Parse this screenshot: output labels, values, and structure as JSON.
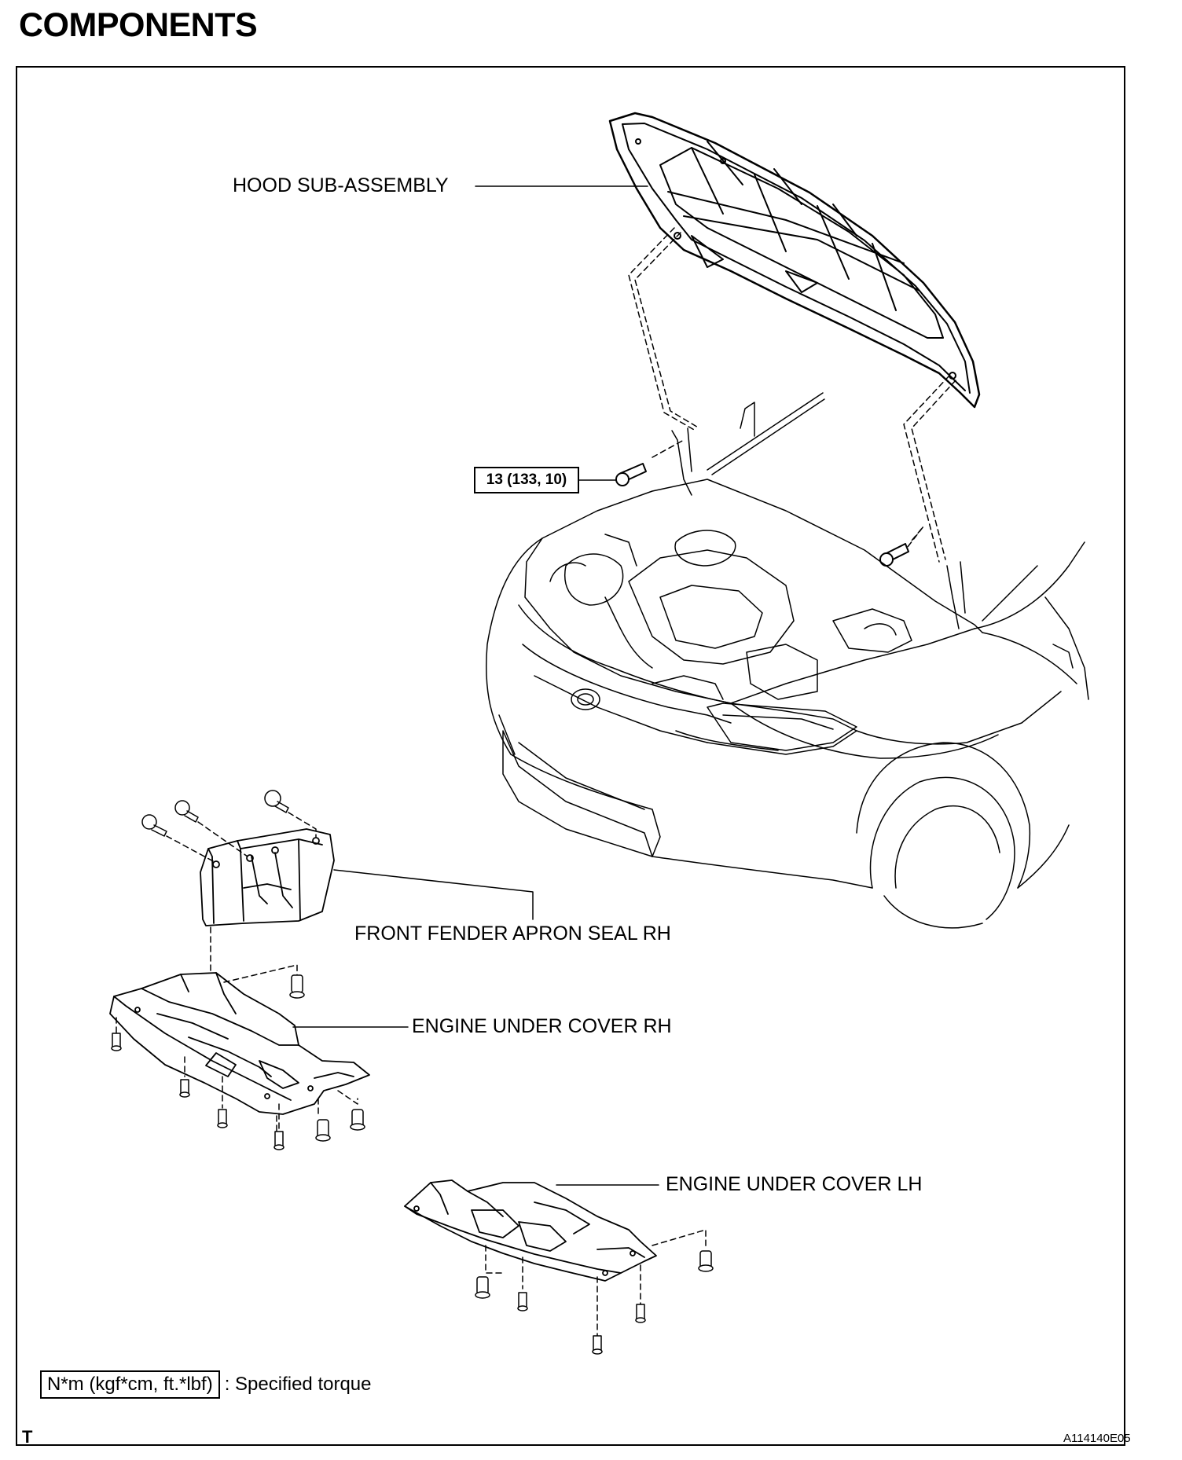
{
  "page_title": "COMPONENTS",
  "labels": {
    "hood": "HOOD SUB-ASSEMBLY",
    "fender_seal": "FRONT FENDER APRON SEAL RH",
    "under_cover_rh": "ENGINE UNDER COVER RH",
    "under_cover_lh": "ENGINE UNDER COVER LH"
  },
  "torque_spec": "13 (133, 10)",
  "legend": {
    "box_text": "N*m (kgf*cm, ft.*lbf)",
    "description": ": Specified torque"
  },
  "footer": {
    "left_mark": "T",
    "figure_id": "A114140E05"
  }
}
